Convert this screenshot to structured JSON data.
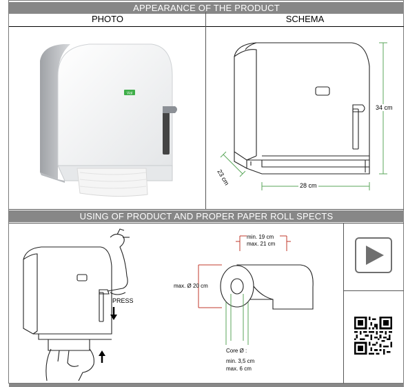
{
  "sections": {
    "appearance": {
      "title": "APPEARANCE OF THE PRODUCT",
      "photo_label": "PHOTO",
      "schema_label": "SCHEMA"
    },
    "usage": {
      "title": "USING OF PRODUCT AND PROPER PAPER ROLL SPECTS"
    }
  },
  "schema": {
    "height_label": "34 cm",
    "depth_label": "23 cm",
    "width_label": "28 cm"
  },
  "usage_diagram": {
    "press_label": "PRESS",
    "roll_width_min": "min.  19 cm",
    "roll_width_max": "max. 21 cm",
    "roll_diameter": "max. Ø 20 cm",
    "core_title": "Core Ø :",
    "core_min": "min.  3,5 cm",
    "core_max": "max. 6 cm"
  },
  "photo": {
    "badge_text": "Vial"
  },
  "icons": {
    "play": "play-icon",
    "qr": "qr-code-icon"
  },
  "colors": {
    "header_bar": "#878787",
    "dimension_line": "#c0392b",
    "guide_line": "#5aa65a",
    "badge_green": "#3fae49"
  }
}
